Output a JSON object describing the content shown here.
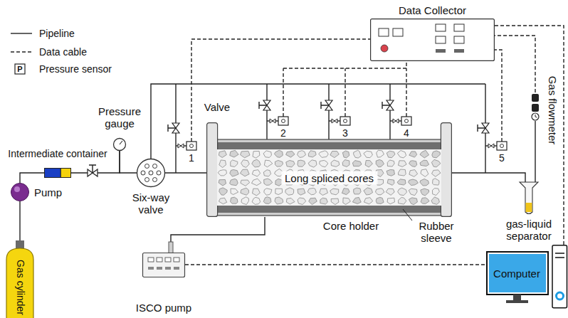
{
  "diagram": {
    "nodes": [
      {
        "text": [
          "Data Collector"
        ]
      },
      {
        "text": [
          "Gas cylinder"
        ]
      },
      {
        "text": [
          "Pump"
        ]
      },
      {
        "text": [
          "Intermediate container"
        ]
      },
      {
        "text": [
          "Pressure gauge"
        ]
      },
      {
        "text": [
          "Six-way valve"
        ]
      },
      {
        "text": [
          "Core holder"
        ]
      },
      {
        "text": [
          "Long spliced cores"
        ],
        "in": 6
      },
      {
        "text": [
          "gas-liquid separator"
        ]
      },
      {
        "text": [
          "Gas flowmeter"
        ]
      },
      {
        "text": [
          "ISCO pump"
        ]
      },
      {
        "text": [
          "Computer"
        ]
      }
    ],
    "edges": [
      {
        "from": 1,
        "to": 2,
        "arrow": "none"
      },
      {
        "from": 2,
        "to": 3,
        "arrow": "none"
      },
      {
        "from": 3,
        "to": 4,
        "arrow": "none"
      },
      {
        "from": 4,
        "to": 5,
        "arrow": "none"
      },
      {
        "from": 5,
        "to": 6,
        "arrow": "none"
      },
      {
        "from": 6,
        "to": 8,
        "arrow": "none"
      },
      {
        "from": 8,
        "to": 9,
        "arrow": "none"
      },
      {
        "from": 9,
        "to": 0,
        "arrow": "none"
      },
      {
        "from": 10,
        "to": 6,
        "arrow": "none"
      },
      {
        "from": 10,
        "to": 11,
        "arrow": "none"
      },
      {
        "from": 0,
        "to": 11,
        "arrow": "none"
      }
    ],
    "labels": [
      "P",
      "Valve",
      "1",
      "2",
      "3",
      "4",
      "5",
      "Rubber sleeve"
    ],
    "legend": [
      {
        "text": "Pipeline"
      },
      {
        "text": "Data cable"
      },
      {
        "text": "Pressure sensor"
      }
    ]
  }
}
